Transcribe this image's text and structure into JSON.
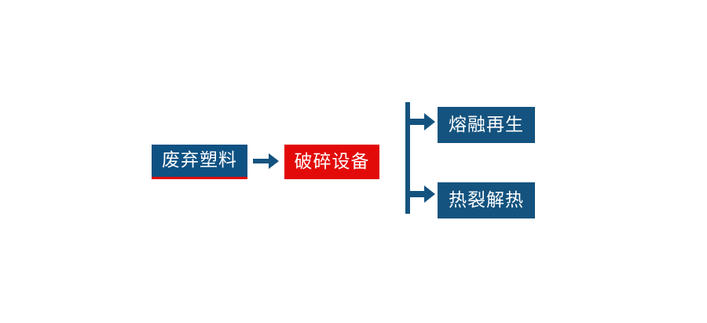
{
  "diagram": {
    "title": "",
    "background_color": "#ffffff",
    "palette": {
      "blue": "#0e5183",
      "blue_outcome": "#14537f",
      "red": "#e30a0a",
      "connector_blue": "#14537f",
      "text": "#ffffff"
    },
    "nodes": {
      "source": {
        "label": "废弃塑料",
        "fill": "#0e5183",
        "accent": "#e30a0a"
      },
      "process": {
        "label": "破碎设备",
        "fill": "#e30a0a"
      },
      "outcome_top": {
        "label": "熔融再生",
        "fill": "#14537f"
      },
      "outcome_bottom": {
        "label": "热裂解热",
        "fill": "#14537f"
      }
    },
    "connectors": {
      "main_arrow": {
        "icon": "arrow-right-icon",
        "color": "#14537f"
      },
      "branch": {
        "icon": "branch-split-arrows-icon",
        "color": "#14537f",
        "branch_count": 2
      }
    }
  }
}
